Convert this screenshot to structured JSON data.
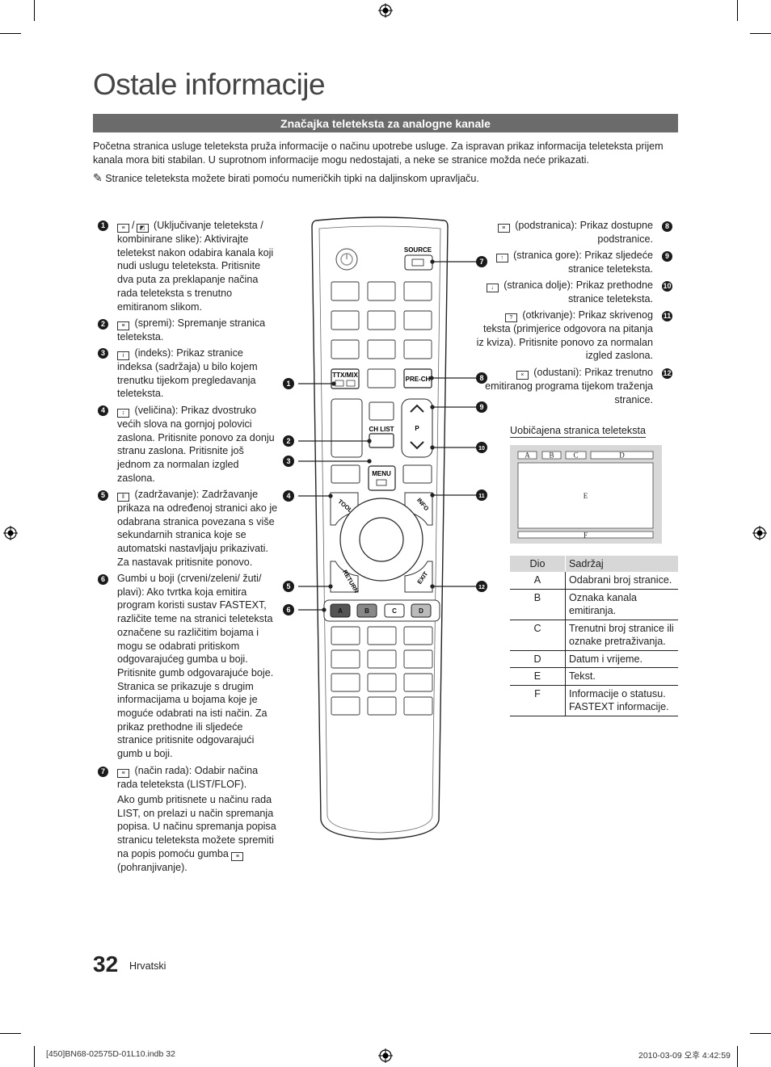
{
  "page_title": "Ostale informacije",
  "section_title": "Značajka teleteksta za analogne kanale",
  "intro_text": "Početna stranica usluge teleteksta pruža informacije o načinu upotrebe usluge. Za ispravan prikaz informacija teleteksta prijem kanala mora biti stabilan. U suprotnom informacije mogu nedostajati, a neke se stranice možda neće prikazati.",
  "note_text": "Stranice teleteksta možete birati pomoću numeričkih tipki na daljinskom upravljaču.",
  "left_items": [
    {
      "num": "1",
      "text": "(Uključivanje teleteksta / kombinirane slike): Aktivirajte teletekst nakon odabira kanala koji nudi uslugu teleteksta. Pritisnite dva puta za preklapanje načina rada teleteksta s trenutno emitiranom slikom."
    },
    {
      "num": "2",
      "text": "(spremi): Spremanje stranica teleteksta."
    },
    {
      "num": "3",
      "text": "(indeks): Prikaz stranice indeksa (sadržaja) u bilo kojem trenutku tijekom pregledavanja teleteksta."
    },
    {
      "num": "4",
      "text": "(veličina): Prikaz dvostruko većih slova na gornjoj polovici zaslona. Pritisnite ponovo za donju stranu zaslona. Pritisnite još jednom za normalan izgled zaslona."
    },
    {
      "num": "5",
      "text": "(zadržavanje): Zadržavanje prikaza na određenoj stranici ako je odabrana stranica povezana s više sekundarnih stranica koje se automatski nastavljaju prikazivati. Za nastavak pritisnite ponovo."
    },
    {
      "num": "6",
      "text": "Gumbi u boji (crveni/zeleni/ žuti/ plavi): Ako tvrtka koja emitira program koristi sustav FASTEXT, različite teme na stranici teleteksta označene su različitim bojama i mogu se odabrati pritiskom odgovarajućeg gumba u boji. Pritisnite gumb odgovarajuće boje. Stranica se prikazuje s drugim informacijama u bojama koje je moguće odabrati na isti način. Za prikaz prethodne ili sljedeće stranice pritisnite odgovarajući gumb u boji."
    },
    {
      "num": "7",
      "text": "(način rada): Odabir načina rada teleteksta (LIST/FLOF)."
    }
  ],
  "left_item7_extra": "Ako gumb pritisnete u načinu rada LIST, on prelazi u način spremanja popisa. U načinu spremanja popisa stranicu teleteksta možete spremiti na popis pomoću gumba",
  "left_item7_extra_end": "(pohranjivanje).",
  "right_items": [
    {
      "num": "8",
      "text": "(podstranica): Prikaz dostupne podstranice."
    },
    {
      "num": "9",
      "text": "(stranica gore): Prikaz sljedeće stranice teleteksta."
    },
    {
      "num": "10",
      "text": "(stranica dolje): Prikaz prethodne stranice teleteksta."
    },
    {
      "num": "11",
      "text": "(otkrivanje): Prikaz skrivenog teksta (primjerice odgovora na pitanja iz kviza). Pritisnite ponovo za normalan izgled zaslona."
    },
    {
      "num": "12",
      "text": "(odustani): Prikaz trenutno emitiranog programa tijekom traženja stranice."
    }
  ],
  "remote": {
    "source": "SOURCE",
    "ttx": "TTX/MIX",
    "prech": "PRE-CH",
    "p": "P",
    "chlist": "CH LIST",
    "menu": "MENU",
    "tools": "TOOLS",
    "info": "INFO",
    "return": "RETURN",
    "exit": "EXIT",
    "colors": [
      "A",
      "B",
      "C",
      "D"
    ]
  },
  "diagram_caption": "Uobičajena stranica teleteksta",
  "diagram_labels": {
    "a": "A",
    "b": "B",
    "c": "C",
    "d": "D",
    "e": "E",
    "f": "F"
  },
  "table": {
    "headers": [
      "Dio",
      "Sadržaj"
    ],
    "rows": [
      [
        "A",
        "Odabrani broj stranice."
      ],
      [
        "B",
        "Oznaka kanala emitiranja."
      ],
      [
        "C",
        "Trenutni broj stranice ili oznake pretraživanja."
      ],
      [
        "D",
        "Datum i vrijeme."
      ],
      [
        "E",
        "Tekst."
      ],
      [
        "F",
        "Informacije o statusu. FASTEXT informacije."
      ]
    ]
  },
  "page_number": "32",
  "language": "Hrvatski",
  "footer_left": "[450]BN68-02575D-01L10.indb   32",
  "footer_right": "2010-03-09   오후 4:42:59"
}
